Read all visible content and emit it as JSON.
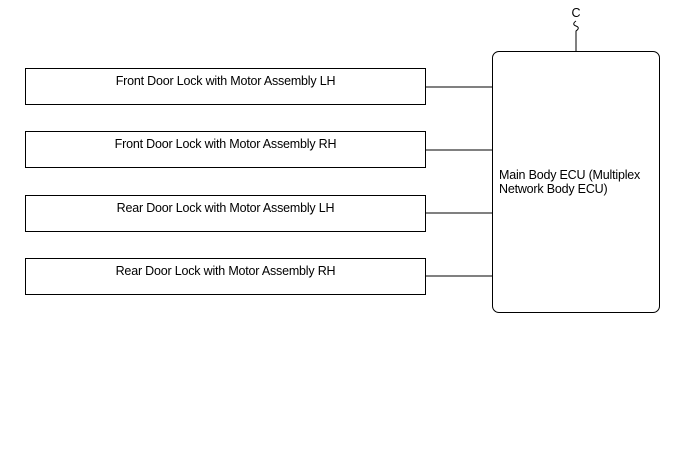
{
  "diagram": {
    "components": [
      {
        "id": "front-lh",
        "label": "Front Door Lock with Motor Assembly LH"
      },
      {
        "id": "front-rh",
        "label": "Front Door Lock with Motor Assembly RH"
      },
      {
        "id": "rear-lh",
        "label": "Rear Door Lock with Motor Assembly LH"
      },
      {
        "id": "rear-rh",
        "label": "Rear Door Lock with Motor Assembly RH"
      }
    ],
    "ecu": {
      "label_line1": "Main Body ECU (Multiplex",
      "label_line2": "Network Body ECU)"
    },
    "connector": {
      "label": "C"
    },
    "colors": {
      "line": "#000000",
      "background": "#ffffff"
    }
  }
}
